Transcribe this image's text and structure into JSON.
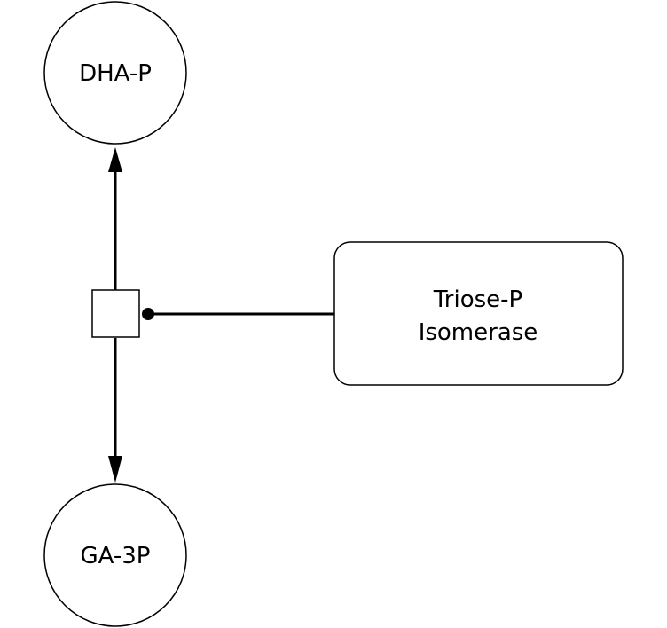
{
  "nodes": {
    "dha_p": {
      "label": "DHA-P",
      "shape": "circle"
    },
    "ga_3p": {
      "label": "GA-3P",
      "shape": "circle"
    },
    "enzyme": {
      "label_line1": "Triose-P",
      "label_line2": "Isomerase",
      "shape": "rounded-rectangle"
    },
    "reaction": {
      "shape": "square",
      "role": "process node"
    }
  },
  "edges": [
    {
      "from": "reaction",
      "to": "dha_p",
      "type": "arrow"
    },
    {
      "from": "reaction",
      "to": "ga_3p",
      "type": "arrow"
    },
    {
      "from": "enzyme",
      "to": "reaction",
      "type": "catalysis (dot)"
    }
  ],
  "colors": {
    "stroke": "#000000",
    "fill": "#ffffff"
  }
}
